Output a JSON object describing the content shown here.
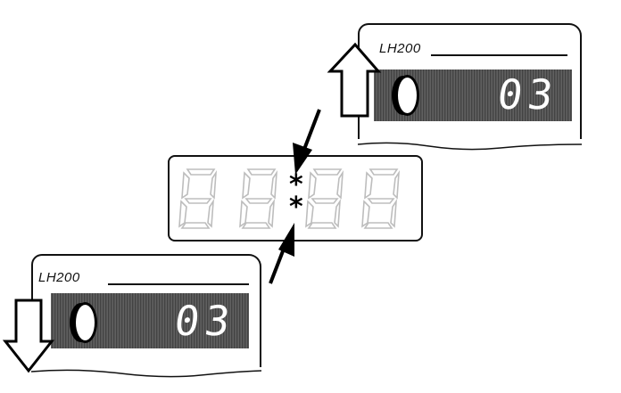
{
  "top_card": {
    "label": "LH200",
    "display_value": "03"
  },
  "bottom_card": {
    "label": "LH200",
    "display_value": "03"
  },
  "panel": {
    "asterisk_upper": "*",
    "asterisk_lower": "*"
  },
  "icons": [
    "arrow-up-icon",
    "arrow-down-icon",
    "knob-icon",
    "pointer-arrow-icon"
  ]
}
